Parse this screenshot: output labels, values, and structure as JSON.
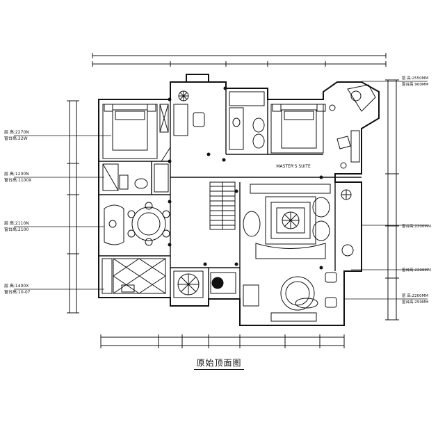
{
  "drawing": {
    "title": "原始顶面图",
    "room_label": "MASTER'S SUITE",
    "left_annotations": [
      {
        "line1": "层  高:2270N",
        "line2": "窗台高:22W"
      },
      {
        "line1": "层  高:1200N",
        "line2": "窗台高:1100X"
      },
      {
        "line1": "层  高:2110N",
        "line2": "窗台高:2100"
      },
      {
        "line1": "层  高:1400X",
        "line2": "窗台高:10-07"
      }
    ],
    "right_annotations": [
      {
        "line1": "层  高:2550MM",
        "line2": "窗台高:900MM"
      },
      {
        "line1": "窗台高:2200MM",
        "line2": ""
      },
      {
        "line1": "窗台高:2200MM",
        "line2": ""
      },
      {
        "line1": "层  高:2200MM",
        "line2": "窗台高:250MM"
      }
    ]
  }
}
